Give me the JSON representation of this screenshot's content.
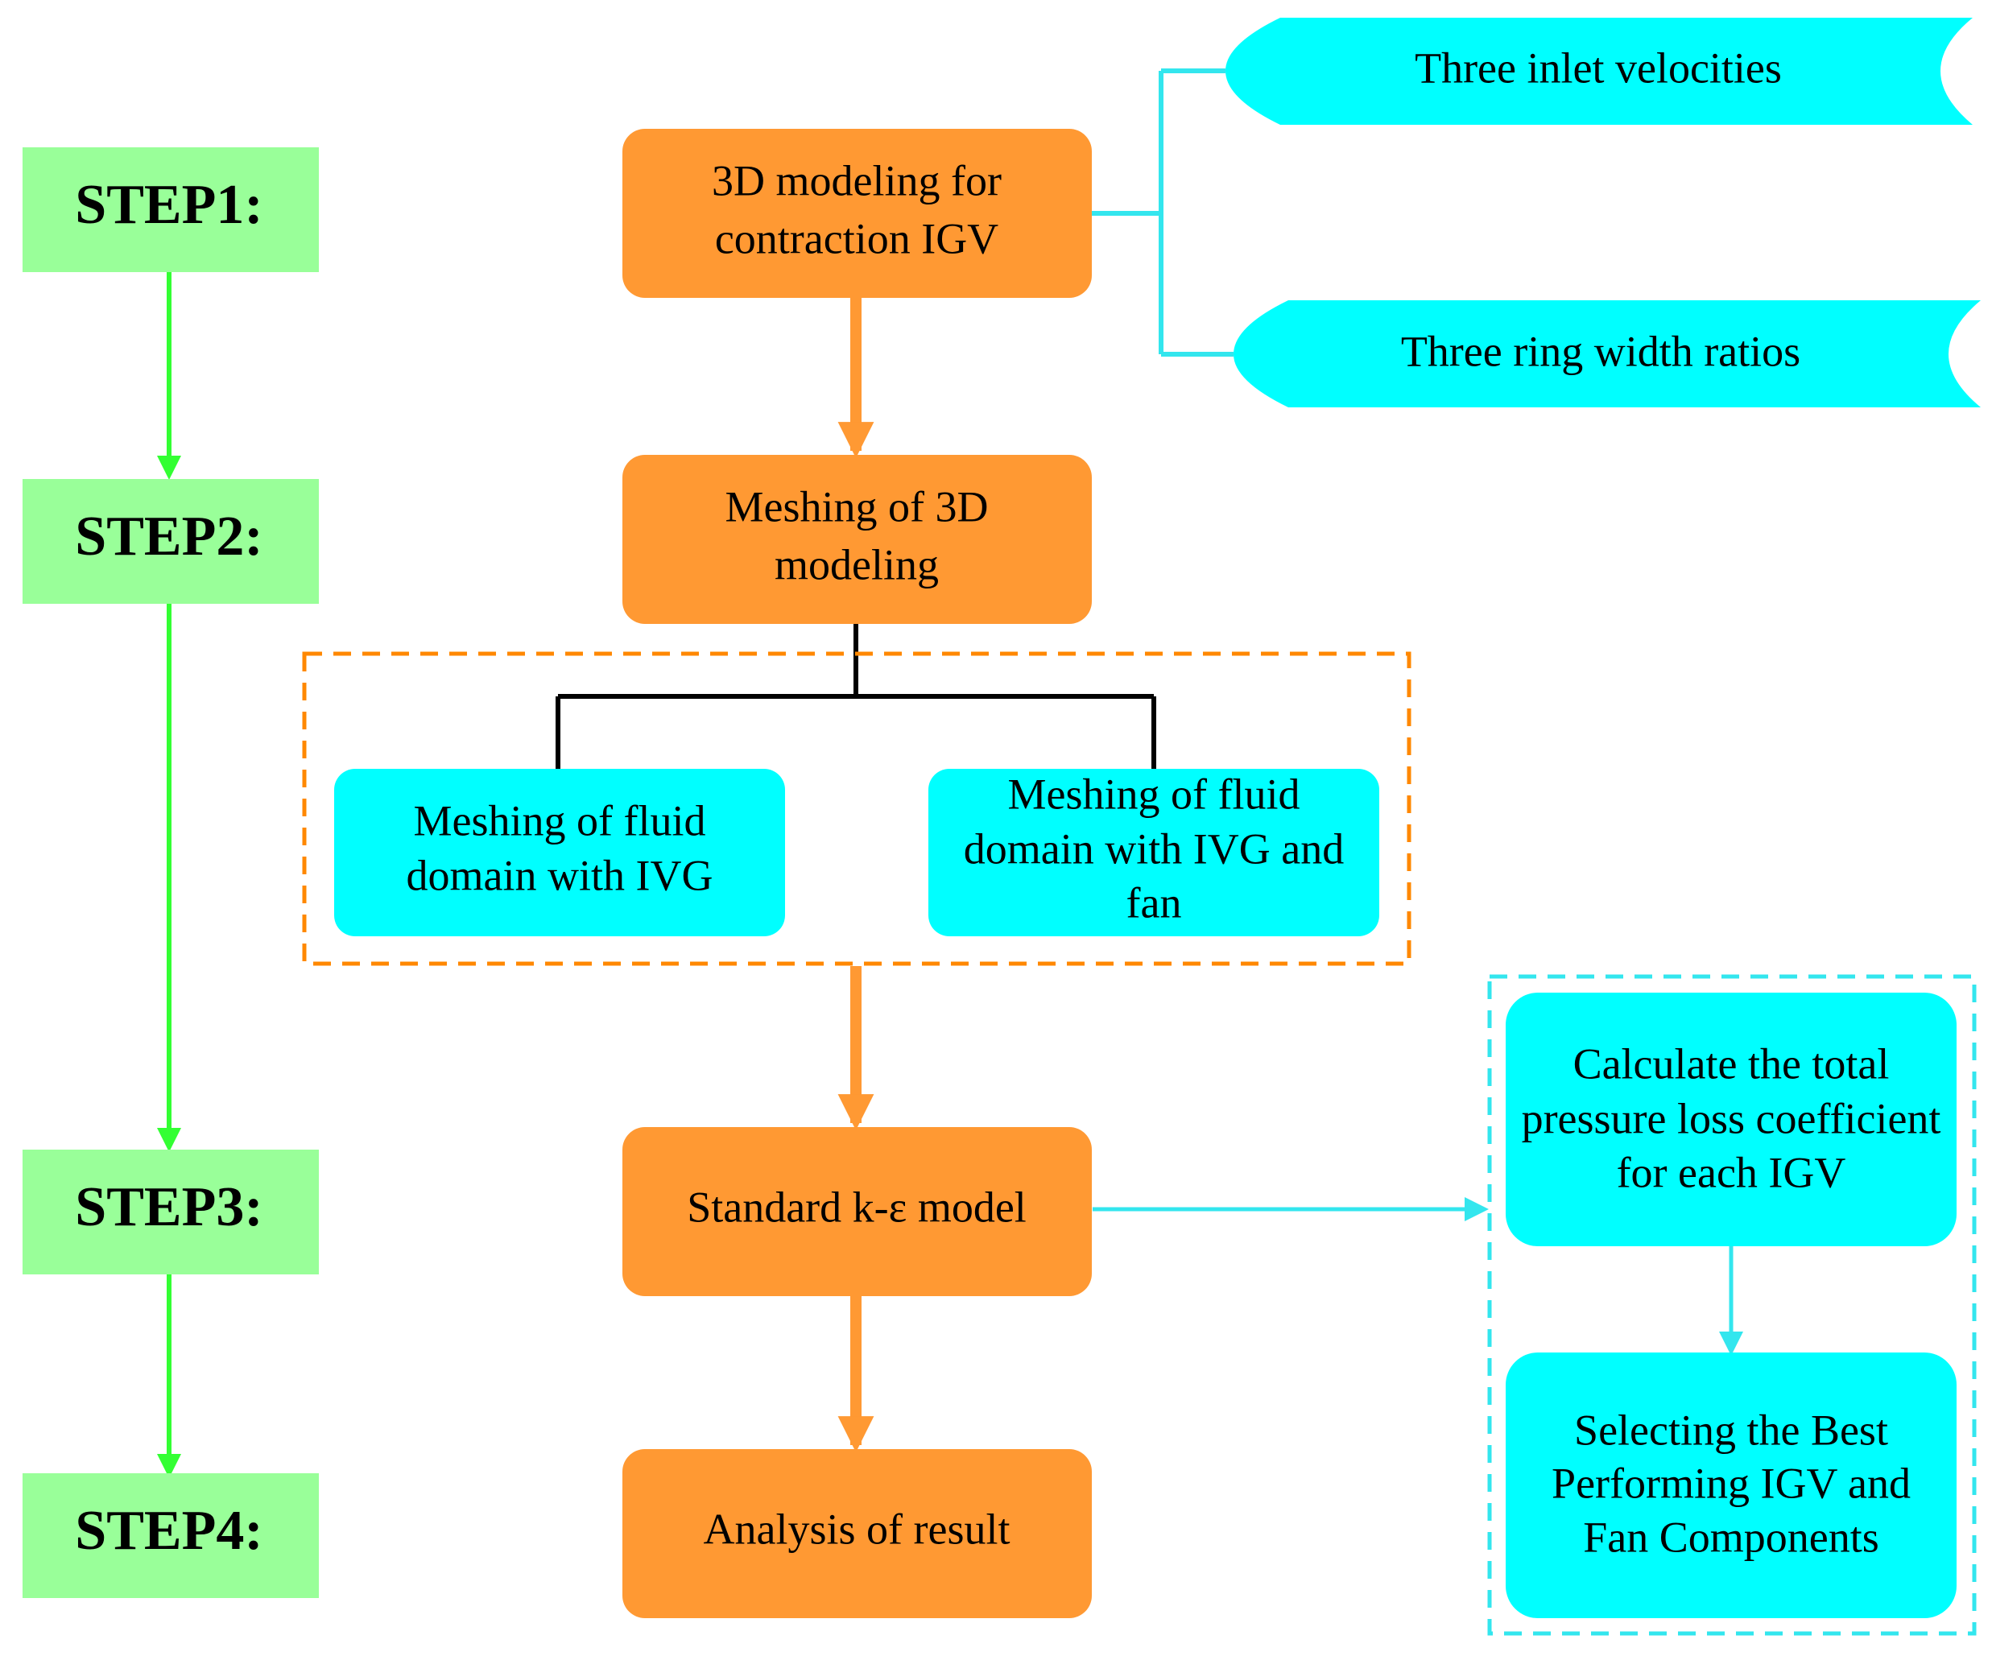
{
  "colors": {
    "step_fill": "#99ff99",
    "step_arrow": "#33ff33",
    "orange": "#ff9933",
    "orange_dash": "#ff8800",
    "cyan": "#00ffff",
    "cyan_line": "#33e6ee",
    "black": "#000000"
  },
  "steps": [
    "STEP1:",
    "STEP2:",
    "STEP3:",
    "STEP4:"
  ],
  "main": {
    "modeling": [
      "3D modeling for",
      "contraction IGV"
    ],
    "meshing": [
      "Meshing of 3D",
      "modeling"
    ],
    "ke_model": [
      "Standard k-ε model"
    ],
    "analysis": [
      "Analysis of result"
    ]
  },
  "params": {
    "velocities": "Three inlet velocities",
    "ratios": "Three ring width ratios"
  },
  "mesh_options": {
    "igv": [
      "Meshing of fluid",
      "domain with IVG"
    ],
    "igv_fan": [
      "Meshing of fluid",
      "domain with IVG and",
      "fan"
    ]
  },
  "results": {
    "calculate": [
      "Calculate the total",
      "pressure loss coefficient",
      "for each IGV"
    ],
    "select": [
      "Selecting the Best",
      "Performing IGV and",
      "Fan Components"
    ]
  }
}
